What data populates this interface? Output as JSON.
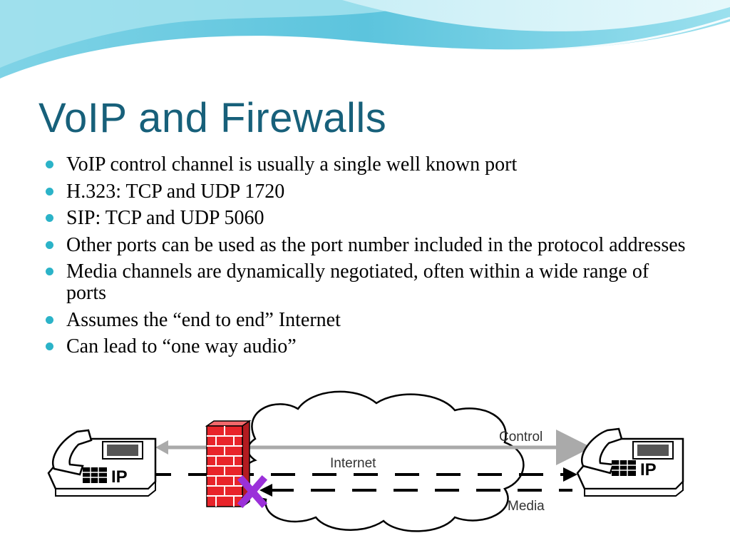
{
  "slide": {
    "title": "VoIP and Firewalls",
    "bullets": [
      "VoIP control channel is usually a single well known port",
      "H.323: TCP and UDP 1720",
      "SIP: TCP and UDP 5060",
      "Other ports can be used as the port number included in the protocol addresses",
      "Media channels are dynamically negotiated, often within a wide range of ports",
      "Assumes the “end to end” Internet",
      "Can lead to “one way audio”"
    ]
  },
  "diagram": {
    "cloud_label": "Internet",
    "control_label": "Control",
    "media_label": "Media",
    "left_phone_label": "IP",
    "right_phone_label": "IP"
  },
  "colors": {
    "title": "#17607a",
    "bullet": "#2bb3c8",
    "firewall": "#e8242a",
    "block_marker": "#9b30d9",
    "control_arrow": "#aaaaaa"
  }
}
